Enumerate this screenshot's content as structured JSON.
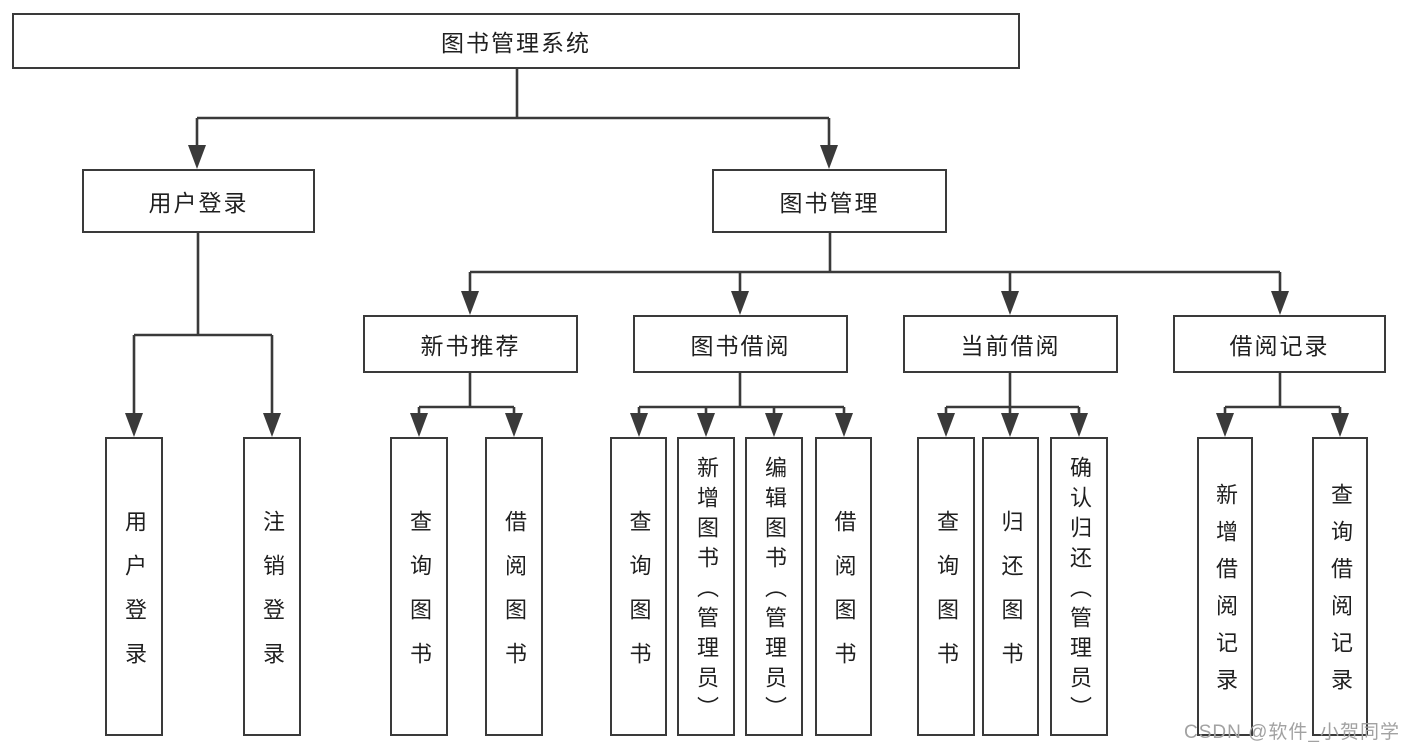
{
  "diagram": {
    "title": "图书管理系统",
    "root": {
      "label": "图书管理系统"
    },
    "level1": [
      {
        "label": "用户登录"
      },
      {
        "label": "图书管理"
      }
    ],
    "level2": [
      {
        "label": "新书推荐"
      },
      {
        "label": "图书借阅"
      },
      {
        "label": "当前借阅"
      },
      {
        "label": "借阅记录"
      }
    ],
    "leaves": {
      "user_login": [
        "用户登录",
        "注销登录"
      ],
      "new_books": [
        "查询图书",
        "借阅图书"
      ],
      "book_borrow": [
        "查询图书",
        "新增图书（管理员）",
        "编辑图书（管理员）",
        "借阅图书"
      ],
      "current_borrow": [
        "查询图书",
        "归还图书",
        "确认归还（管理员）"
      ],
      "borrow_records": [
        "新增借阅记录",
        "查询借阅记录"
      ]
    },
    "watermark": "CSDN @软件_小贺同学",
    "colors": {
      "line": "#3a3a3a",
      "text": "#1f1f1f",
      "box_background": "#ffffff",
      "watermark": "#a2a2a2",
      "page_background": "#ffffff"
    }
  }
}
